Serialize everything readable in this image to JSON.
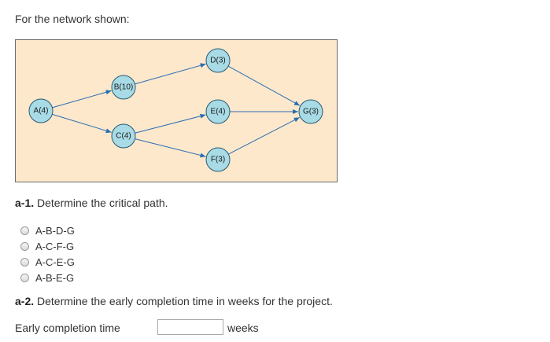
{
  "intro": "For the network shown:",
  "diagram": {
    "nodes": [
      {
        "id": "A",
        "label": "A(4)"
      },
      {
        "id": "B",
        "label": "B(10)"
      },
      {
        "id": "C",
        "label": "C(4)"
      },
      {
        "id": "D",
        "label": "D(3)"
      },
      {
        "id": "E",
        "label": "E(4)"
      },
      {
        "id": "F",
        "label": "F(3)"
      },
      {
        "id": "G",
        "label": "G(3)"
      }
    ],
    "edges": [
      {
        "from": "A",
        "to": "B"
      },
      {
        "from": "A",
        "to": "C"
      },
      {
        "from": "B",
        "to": "D"
      },
      {
        "from": "C",
        "to": "E"
      },
      {
        "from": "C",
        "to": "F"
      },
      {
        "from": "D",
        "to": "G"
      },
      {
        "from": "E",
        "to": "G"
      },
      {
        "from": "F",
        "to": "G"
      }
    ],
    "colors": {
      "background": "#fde8cc",
      "node_fill": "#a8dbe6",
      "node_stroke": "#2a5a72",
      "edge": "#2a6db0"
    }
  },
  "q1": {
    "number": "a-1.",
    "text": " Determine the critical path."
  },
  "q1_options": [
    "A-B-D-G",
    "A-C-F-G",
    "A-C-E-G",
    "A-B-E-G"
  ],
  "q2": {
    "number": "a-2.",
    "text": " Determine the early completion time in weeks for the project."
  },
  "early": {
    "label": "Early completion time",
    "value": "",
    "unit": "weeks"
  }
}
